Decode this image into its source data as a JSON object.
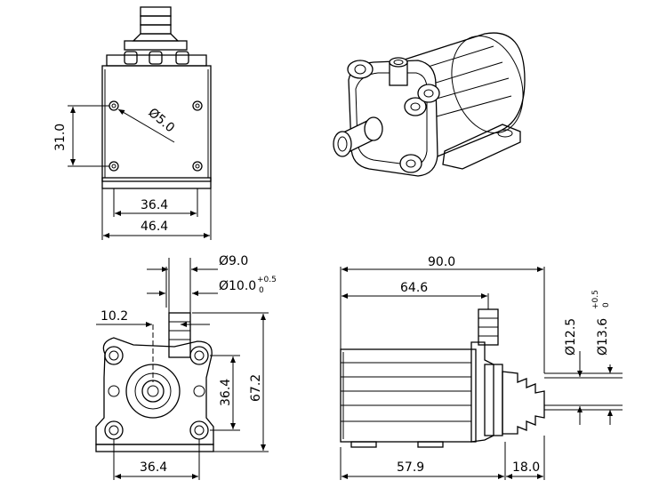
{
  "dimensions": {
    "top_view": {
      "hole_spacing": "31.0",
      "hole_diameter": "Ø5.0",
      "inner_width": "36.4",
      "outer_width": "46.4"
    },
    "front_view": {
      "outlet_diameter": "Ø9.0",
      "outlet_outer_diameter": "Ø10.0",
      "outlet_outer_tol_upper": "+0.5",
      "outlet_outer_tol_lower": "0",
      "outlet_offset": "10.2",
      "mount_spacing": "36.4",
      "total_height": "67.2",
      "base_width": "36.4"
    },
    "side_view": {
      "total_length": "90.0",
      "body_to_outlet": "64.6",
      "inlet_inner_diameter": "Ø12.5",
      "inlet_outer_diameter": "Ø13.6",
      "inlet_outer_tol_upper": "+0.5",
      "inlet_outer_tol_lower": "0",
      "body_length": "57.9",
      "inlet_length": "18.0"
    }
  }
}
